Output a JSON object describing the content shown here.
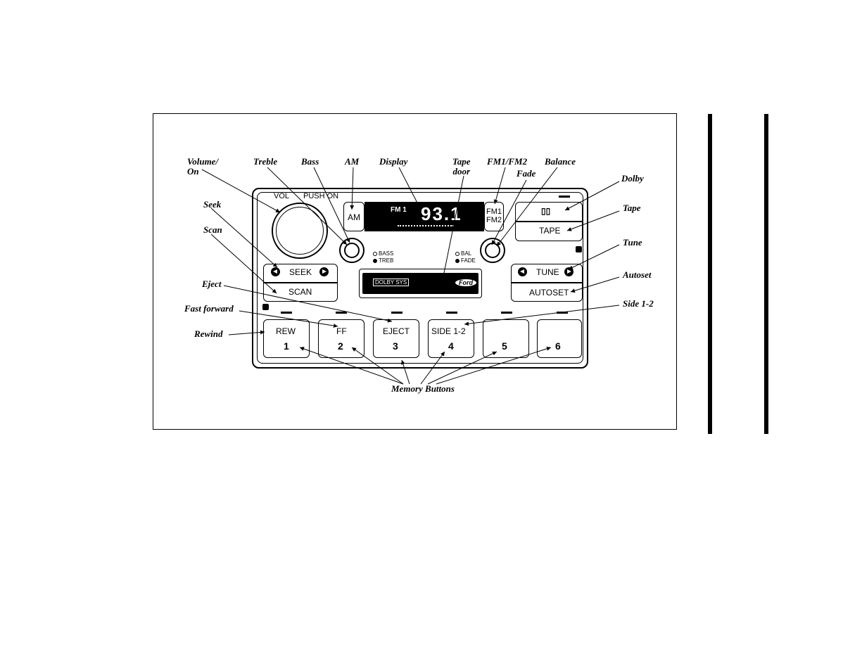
{
  "callouts": {
    "volume_on": "Volume/\nOn",
    "treble": "Treble",
    "bass": "Bass",
    "am": "AM",
    "display": "Display",
    "tape_door": "Tape\ndoor",
    "fm1fm2": "FM1/FM2",
    "fade": "Fade",
    "balance": "Balance",
    "dolby": "Dolby",
    "tape": "Tape",
    "tune": "Tune",
    "autoset": "Autoset",
    "side12": "Side 1-2",
    "seek": "Seek",
    "scan": "Scan",
    "eject": "Eject",
    "fast_forward": "Fast forward",
    "rewind": "Rewind",
    "memory_buttons": "Memory Buttons"
  },
  "radio": {
    "vol_label": "VOL",
    "push_on_label": "PUSH ON",
    "am_button": "AM",
    "fm1_button": "FM1",
    "fm2_button": "FM2",
    "display_band": "FM 1",
    "display_freq": "93.1",
    "bass_label": "BASS",
    "treb_label": "TREB",
    "bal_label": "BAL",
    "fade_label": "FADE",
    "dolby_button": "▯▯",
    "tape_button": "TAPE",
    "seek_button": "SEEK",
    "scan_button": "SCAN",
    "tune_button": "TUNE",
    "autoset_button": "AUTOSET",
    "dolby_system_label": "DOLBY SYS",
    "ford_logo": "Ford",
    "presets": [
      {
        "top": "REW",
        "num": "1"
      },
      {
        "top": "FF",
        "num": "2"
      },
      {
        "top": "EJECT",
        "num": "3"
      },
      {
        "top": "SIDE 1-2",
        "num": "4"
      },
      {
        "top": "",
        "num": "5"
      },
      {
        "top": "",
        "num": "6"
      }
    ]
  }
}
